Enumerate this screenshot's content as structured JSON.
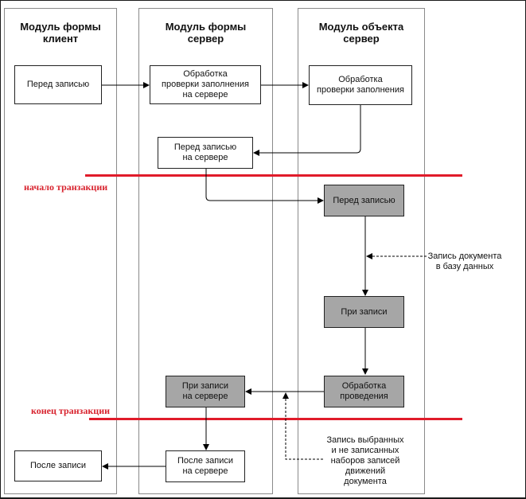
{
  "lanes": [
    {
      "title": "Модуль формы\nклиент"
    },
    {
      "title": "Модуль формы\nсервер"
    },
    {
      "title": "Модуль объекта\nсервер"
    }
  ],
  "boxes": {
    "before_write": "Перед записью",
    "fill_check_server": "Обработка\nпроверки заполнения\nна сервере",
    "fill_check": "Обработка\nпроверки заполнения",
    "before_write_server": "Перед записью\nна сервере",
    "before_write_object": "Перед записью",
    "on_write": "При записи",
    "posting": "Обработка\nпроведения",
    "on_write_server": "При записи\nна сервере",
    "after_write_server": "После записи\nна сервере",
    "after_write": "После записи"
  },
  "transaction": {
    "start_label": "начало транзакции",
    "end_label": "конец транзакции",
    "line_color": "#e01b2a"
  },
  "notes": {
    "db_write": "Запись документа\nв базу данных",
    "records_write": "Запись выбранных\nи не записанных\nнаборов записей\nдвижений\nдокумента"
  }
}
